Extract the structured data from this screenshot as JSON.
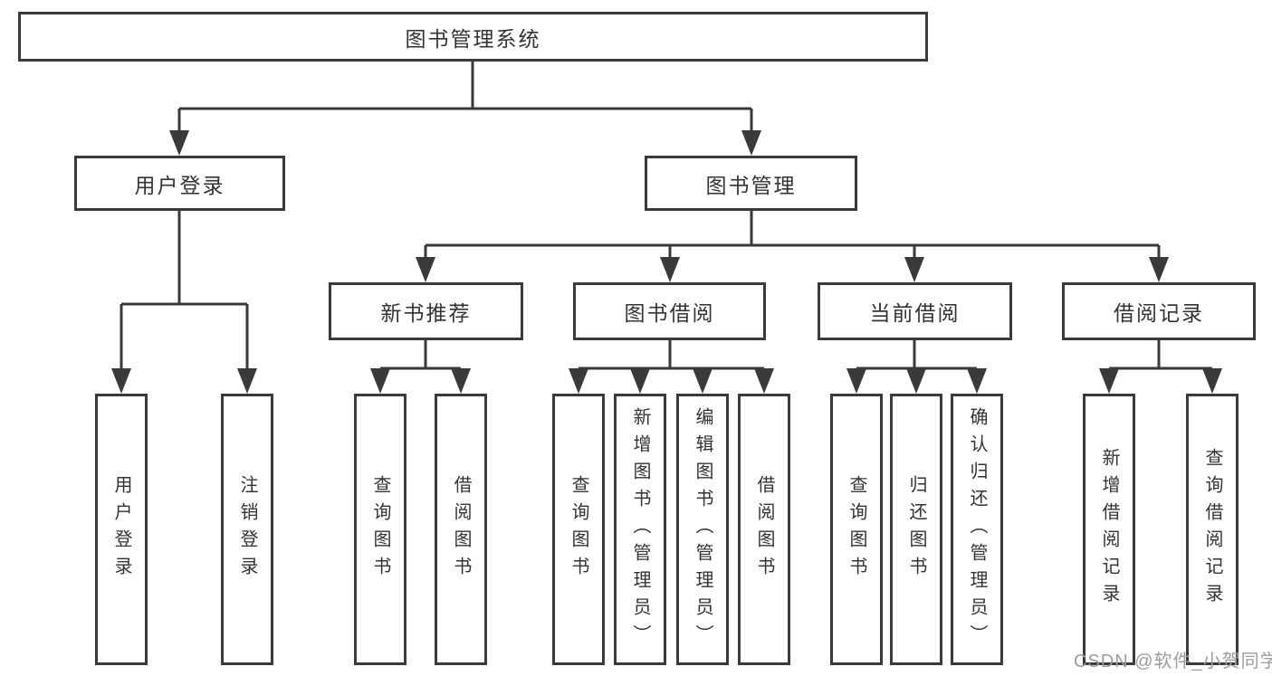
{
  "diagram": {
    "root": {
      "label": "图书管理系统"
    },
    "level1": [
      {
        "label": "用户登录"
      },
      {
        "label": "图书管理"
      }
    ],
    "level2": [
      {
        "label": "新书推荐"
      },
      {
        "label": "图书借阅"
      },
      {
        "label": "当前借阅"
      },
      {
        "label": "借阅记录"
      }
    ],
    "leaves": {
      "user_login": [
        "用户登录",
        "注销登录"
      ],
      "new_books": [
        "查询图书",
        "借阅图书"
      ],
      "book_borrow": [
        "查询图书",
        "新增图书（管理员）",
        "编辑图书（管理员）",
        "借阅图书"
      ],
      "current_borrow": [
        "查询图书",
        "归还图书",
        "确认归还（管理员）"
      ],
      "borrow_records": [
        "新增借阅记录",
        "查询借阅记录"
      ]
    }
  },
  "watermark": {
    "text": "CSDN @软件_小贺同学"
  },
  "colors": {
    "line": "#3a3a3a",
    "text": "#333333",
    "watermark": "#9c9c9c",
    "background": "#ffffff"
  }
}
